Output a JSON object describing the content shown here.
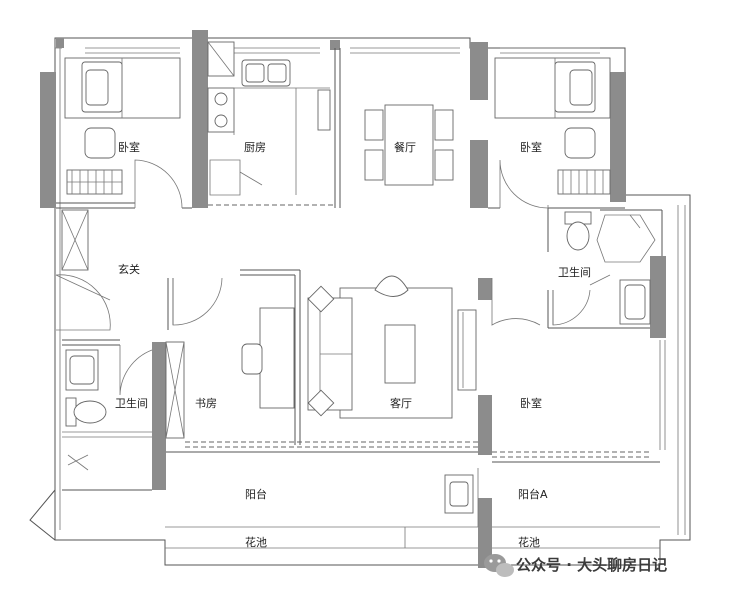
{
  "rooms": {
    "bedroom_top_left": "卧室",
    "kitchen": "厨房",
    "dining": "餐厅",
    "bedroom_top_right": "卧室",
    "entrance": "玄关",
    "bathroom_right": "卫生间",
    "bathroom_left": "卫生间",
    "study": "书房",
    "living": "客厅",
    "bedroom_bottom_right": "卧室",
    "balcony": "阳台",
    "balcony_a": "阳台A",
    "planter_left": "花池",
    "planter_right": "花池"
  },
  "watermark": {
    "text": "公众号 · 大头聊房日记",
    "icon": "wechat-logo-icon"
  }
}
